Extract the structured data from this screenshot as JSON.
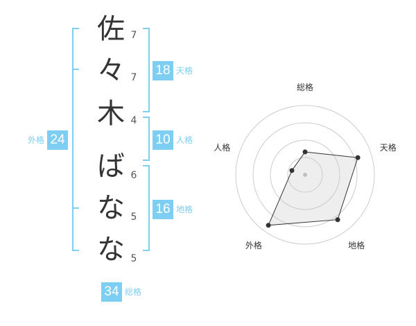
{
  "name_chars": [
    {
      "char": "佐",
      "strokes": "7"
    },
    {
      "char": "々",
      "strokes": "7"
    },
    {
      "char": "木",
      "strokes": "4"
    },
    {
      "char": "ば",
      "strokes": "6"
    },
    {
      "char": "な",
      "strokes": "5"
    },
    {
      "char": "な",
      "strokes": "5"
    }
  ],
  "fortunes": {
    "tenkaku": {
      "value": "18",
      "label": "天格"
    },
    "jinkaku": {
      "value": "10",
      "label": "人格"
    },
    "chikaku": {
      "value": "16",
      "label": "地格"
    },
    "gaikaku": {
      "value": "24",
      "label": "外格"
    },
    "soukaku": {
      "value": "34",
      "label": "総格"
    }
  },
  "colors": {
    "accent": "#7ecef4",
    "text": "#333333"
  },
  "chart_data": {
    "type": "radar",
    "axes": [
      "総格",
      "天格",
      "地格",
      "外格",
      "人格"
    ],
    "values": [
      0.33,
      0.8,
      0.8,
      0.9,
      0.2
    ],
    "max": 1,
    "rings": 4,
    "grid": true
  }
}
